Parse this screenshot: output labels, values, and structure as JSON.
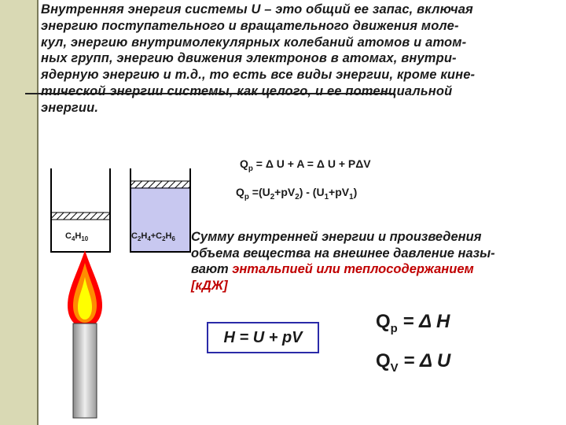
{
  "colors": {
    "accent_bar": "#d9d9b4",
    "highlight_red": "#c00000",
    "box_border": "#2a2aa8",
    "beaker_fill": "#c8c8f0"
  },
  "paragraph": {
    "lines": [
      "Внутренняя энергия системы U – это общий ее запас, включая",
      "энергию поступательного и вращательного движения моле-",
      "кул, энергию внутримолекулярных колебаний атомов и атом-",
      "ных групп, энергию движения электронов в атомах, внутри-",
      "ядерную энергию и т.д., то есть все виды энергии, кроме кине-",
      "тической энергии системы, как целого, и ее потенциальной",
      "энергии."
    ]
  },
  "equations": {
    "eq1": {
      "q": "Q",
      "sub": "p",
      "rest": " = Δ U + A = Δ U + PΔV"
    },
    "eq2": {
      "q": "Q",
      "sub": "p",
      "mid": " =(U",
      "s1": "2",
      "a": "+pV",
      "s2": "2",
      "b": ") - (U",
      "s3": "1",
      "c": "+pV",
      "s4": "1",
      "d": ")"
    }
  },
  "beakers": {
    "left": {
      "a": "C",
      "s1": "4",
      "b": "H",
      "s2": "10"
    },
    "right": {
      "a": "C",
      "s1": "2",
      "b": "H",
      "s2": "4",
      "c": "+C",
      "s3": "2",
      "d": "H",
      "s4": "6"
    }
  },
  "enthalpy_text": {
    "line1": "Сумму внутренней энергии и произведения",
    "line2": "объема вещества на внешнее давление назы-",
    "line3_a": "вают ",
    "line3_b": "энтальпией или теплосодержанием",
    "line4": "[кДЖ]"
  },
  "formula_box": "H = U + pV",
  "right_formulas": {
    "qp": {
      "q": "Q",
      "sub": "p",
      "rest": " = Δ H"
    },
    "qv": {
      "q": "Q",
      "sub": "V",
      "rest": " = Δ U"
    }
  }
}
